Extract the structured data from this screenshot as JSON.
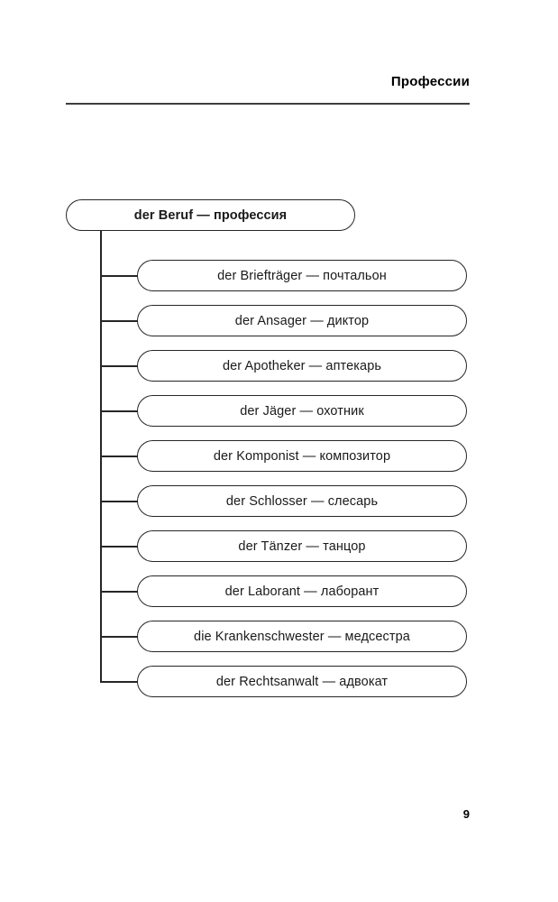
{
  "header": {
    "title": "Профессии"
  },
  "diagram": {
    "type": "tree",
    "root": {
      "label": "der Beruf — профессия"
    },
    "children": [
      {
        "label": "der Briefträger — почтальон"
      },
      {
        "label": "der Ansager — диктор"
      },
      {
        "label": "der Apotheker — аптекарь"
      },
      {
        "label": "der Jäger — охотник"
      },
      {
        "label": "der Komponist — композитор"
      },
      {
        "label": "der Schlosser — слесарь"
      },
      {
        "label": "der Tänzer — танцор"
      },
      {
        "label": "der Laborant — лаборант"
      },
      {
        "label": "die Krankenschwester — медсестра"
      },
      {
        "label": "der Rechtsanwalt — адвокат"
      }
    ]
  },
  "footer": {
    "page_number": "9"
  },
  "colors": {
    "ink": "#262626",
    "rule": "#3d3d3d",
    "background": "#ffffff"
  }
}
